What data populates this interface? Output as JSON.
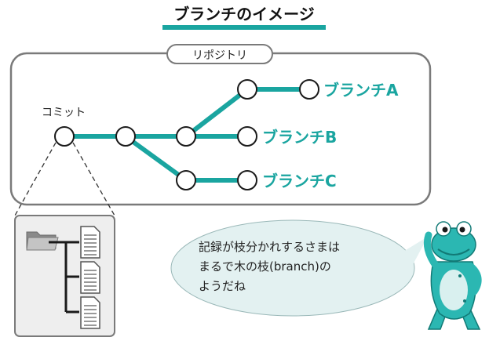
{
  "title": "ブランチのイメージ",
  "repository_label": "リポジトリ",
  "commit_label": "コミット",
  "branches": [
    {
      "label": "ブランチA"
    },
    {
      "label": "ブランチB"
    },
    {
      "label": "ブランチC"
    }
  ],
  "speech_lines": [
    "記録が枝分かれするさまは",
    "まるで木の枝(branch)の",
    "ようだね"
  ],
  "colors": {
    "accent": "#1aa5a0",
    "frog": "#2bb7b2",
    "frog_belly": "#d9f0ef",
    "bubble": "#e3f1f1",
    "frame": "#7a7a7a",
    "text": "#222222"
  },
  "icons": {
    "folder": "folder-icon",
    "file": "file-icon",
    "character": "frog-character"
  }
}
